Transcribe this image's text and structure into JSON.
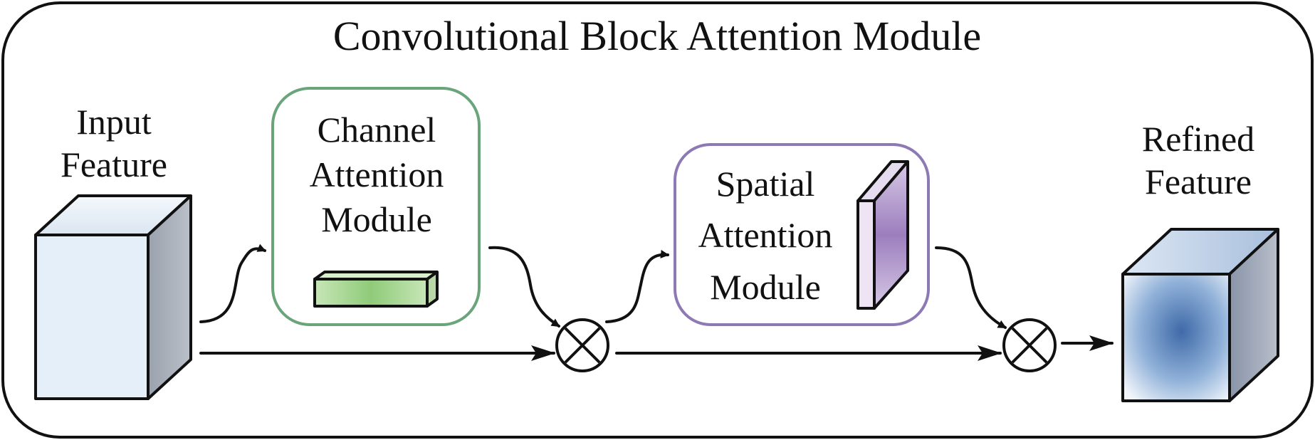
{
  "diagram": {
    "title": "Convolutional Block Attention Module",
    "input_feature": {
      "line1": "Input",
      "line2": "Feature"
    },
    "channel_attention": {
      "line1": "Channel",
      "line2": "Attention",
      "line3": "Module"
    },
    "spatial_attention": {
      "line1": "Spatial",
      "line2": "Attention",
      "line3": "Module"
    },
    "refined_feature": {
      "line1": "Refined",
      "line2": "Feature"
    },
    "multiply_symbol": "⊗"
  },
  "colors": {
    "outline": "#111111",
    "channel_border": "#6aa47a",
    "spatial_border": "#8d79b3",
    "input_cube_face": "#e4eff9",
    "input_cube_side": "#a4acb6",
    "channel_bar": "#9fd08c",
    "spatial_bar": "#a88cc4",
    "refined_cube_center": "#3f6aa8"
  }
}
